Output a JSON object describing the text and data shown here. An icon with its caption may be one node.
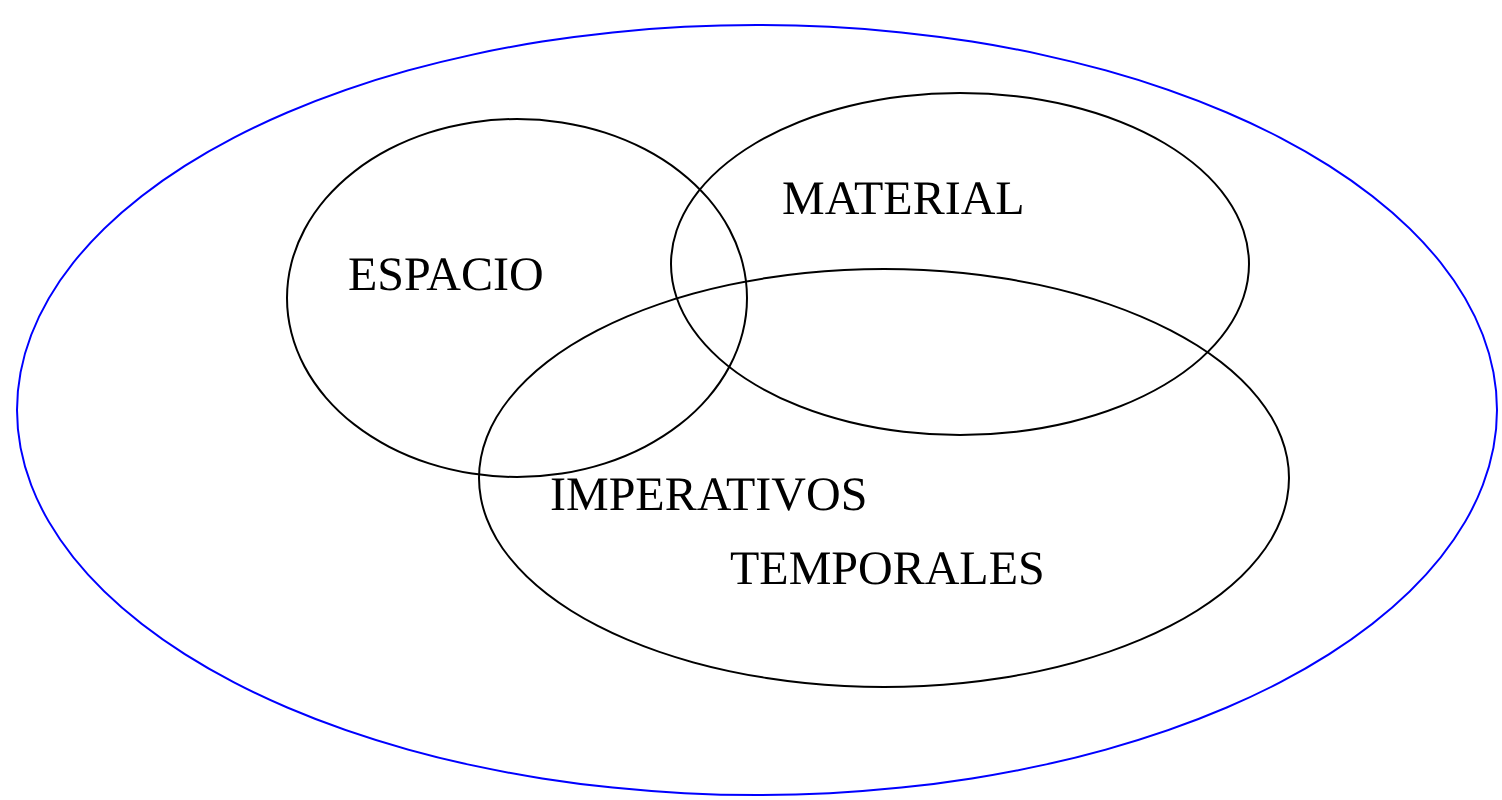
{
  "diagram": {
    "nodes": [
      {
        "text": [],
        "shape": "ellipse"
      },
      {
        "text": [
          "ESPACIO"
        ],
        "in": 0
      },
      {
        "text": [
          "MATERIAL"
        ],
        "in": 0
      },
      {
        "text": [
          "IMPERATIVOS TEMPORALES"
        ],
        "in": 0
      }
    ]
  }
}
